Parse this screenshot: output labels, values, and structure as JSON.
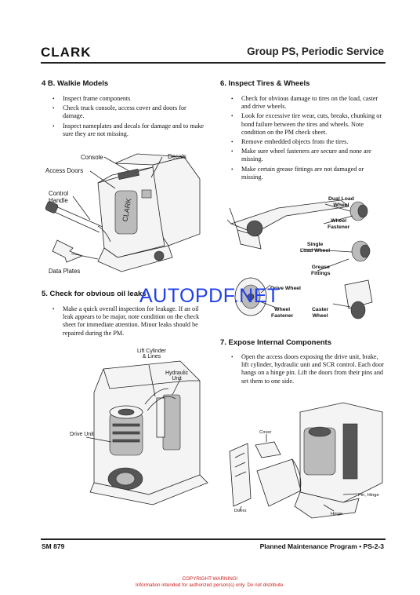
{
  "header": {
    "logo": "CLARK",
    "title": "Group PS, Periodic Service"
  },
  "section_4b": {
    "heading": "4 B. Walkie Models",
    "bullets": [
      "Inspect frame components",
      "Check truck console, access cover and doors for damage.",
      "Inspect nameplates and decals for damage and to make sure they are not missing."
    ],
    "labels": {
      "console": "Console",
      "decals": "Decals",
      "access_doors": "Access Doors",
      "control_handle": "Control\nHandle",
      "data_plates": "Data Plates"
    }
  },
  "section_5": {
    "heading": "5. Check for obvious oil leaks",
    "bullets": [
      "Make a quick overall inspection for leakage. If an oil leak appears to be major, note condition on the check sheet for immediate attention. Minor leaks should be repaired during the PM."
    ],
    "labels": {
      "lift_cylinder": "Lift Cylinder\n& Lines",
      "hydraulic_unit": "Hydraulic\nUnit",
      "drive_unit": "Drive Unit"
    }
  },
  "section_6": {
    "heading": "6. Inspect Tires & Wheels",
    "bullets": [
      "Check for obvious damage to tires on the load, caster and drive wheels.",
      "Look for excessive tire wear, cuts, breaks, chunking or bond failure between the tires and wheels. Note condition on the PM check sheet.",
      "Remove embedded objects from the tires.",
      "Make sure wheel fasteners are secure and none are missing.",
      "Make certain grease fittings are not damaged or missing."
    ],
    "labels": {
      "dual_load_wheel": "Dual Load\nWheel",
      "wheel_fastener_1": "Wheel\nFastener",
      "single_load_wheel": "Single\nLoad Wheel",
      "grease_fittings": "Grease\nFittings",
      "drive_wheel": "Drive Wheel",
      "wheel_fastener_2": "Wheel\nFastener",
      "caster_wheel": "Caster\nWheel"
    }
  },
  "section_7": {
    "heading": "7. Expose Internal Components",
    "bullets": [
      "Open the access doors exposing the drive unit, brake, lift cylinder, hydraulic unit and SCR control. Each door hangs on a hinge pin. Lift the doors from their pins and set them to one side."
    ],
    "labels": {
      "cover": "Cover",
      "doors": "Doors",
      "pin_hinge": "Pin, Hinge",
      "hinge": "Hinge"
    }
  },
  "watermark": "AUTOPDF.NET",
  "footer": {
    "left": "SM 879",
    "right": "Planned Maintenance Program • PS-2-3"
  },
  "copyright": {
    "line1": "COPYRIGHT WARNING!",
    "line2": "Information intended for authorized person(s) only. Do not distribute."
  },
  "colors": {
    "watermark": "#2140e8",
    "copyright": "#d01c1c",
    "text": "#111111"
  }
}
